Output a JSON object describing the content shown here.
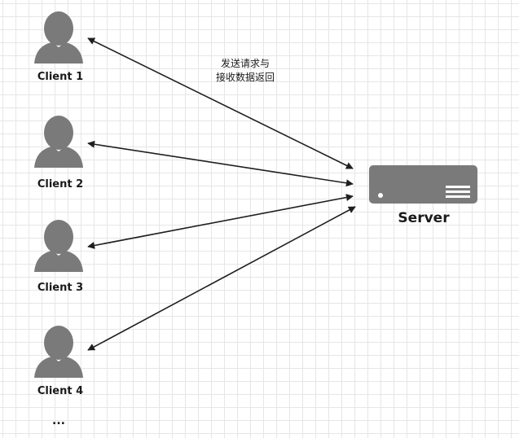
{
  "clients": [
    {
      "label": "Client 1"
    },
    {
      "label": "Client 2"
    },
    {
      "label": "Client 3"
    },
    {
      "label": "Client 4"
    }
  ],
  "more_indicator": "...",
  "server": {
    "label": "Server",
    "icon": "server-icon"
  },
  "annotation": {
    "lines": [
      "发送请求与",
      "接收数据返回"
    ]
  },
  "colors": {
    "icon_fill": "#7a7a7a",
    "arrow": "#1f1f1f",
    "grid": "#e6e6e6"
  },
  "connection_style": "bidirectional-arrow"
}
